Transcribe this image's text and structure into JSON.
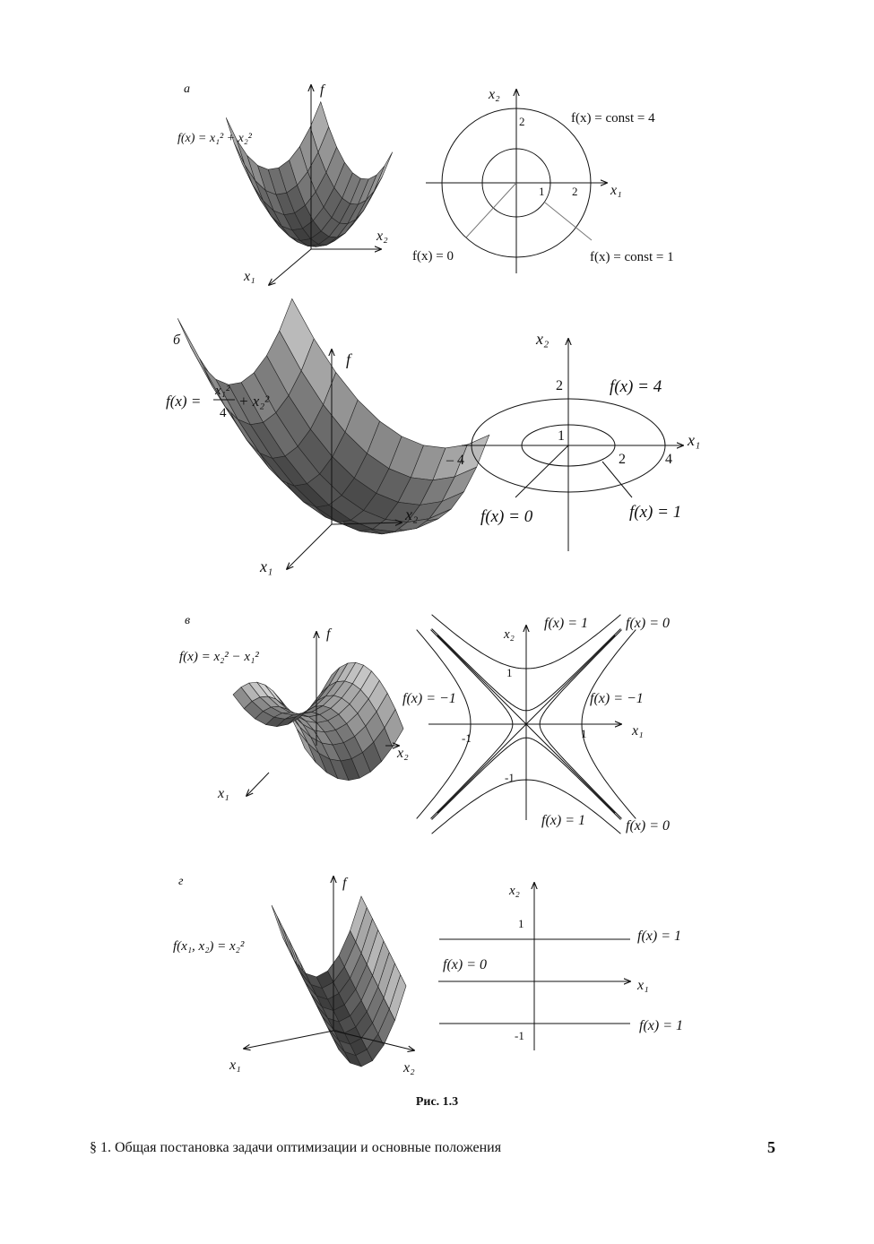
{
  "panels": [
    {
      "letter": "а",
      "formula": "f(x) = x₁² + x₂²",
      "axis_f": "f",
      "axis_x1": "x₁",
      "axis_x2": "x₂",
      "contour": {
        "x2": "x₂",
        "x1": "x₁",
        "tick_y2": "2",
        "tick_x1": "1",
        "tick_x2": "2",
        "label_outer": "f(x) = const = 4",
        "label_zero": "f(x) = 0",
        "label_inner": "f(x) = const = 1"
      }
    },
    {
      "letter": "б",
      "formula_left": "f(x) =",
      "formula_num": "x₁²",
      "formula_den": "4",
      "formula_right": "+ x₂²",
      "axis_f": "f",
      "axis_x1": "x₁",
      "axis_x2": "x₂",
      "contour": {
        "x2": "x₂",
        "x1": "x₁",
        "tick_y2": "2",
        "tick_y1": "1",
        "tick_neg4": "– 4",
        "tick_2": "2",
        "tick_4": "4",
        "label_outer": "f(x) = 4",
        "label_zero": "f(x) = 0",
        "label_inner": "f(x) = 1"
      }
    },
    {
      "letter": "в",
      "formula": "f(x) = x₂² − x₁²",
      "axis_f": "f",
      "axis_x1": "x₁",
      "axis_x2": "x₂",
      "contour": {
        "x2": "x₂",
        "x1": "x₁",
        "tick_y1": "1",
        "tick_yn1": "-1",
        "tick_x1": "1",
        "tick_xn1": "-1",
        "label_top_1": "f(x) = 1",
        "label_top_0": "f(x) = 0",
        "label_left": "f(x) = −1",
        "label_right": "f(x) = −1",
        "label_bot_1": "f(x) = 1",
        "label_bot_0": "f(x) = 0"
      }
    },
    {
      "letter": "г",
      "formula": "f(x₁, x₂) = x₂²",
      "axis_f": "f",
      "axis_x1": "x₁",
      "axis_x2": "x₂",
      "contour": {
        "x2": "x₂",
        "x1": "x₁",
        "tick_y1": "1",
        "tick_yn1": "-1",
        "label_top": "f(x) = 1",
        "label_mid": "f(x) = 0",
        "label_bot": "f(x) = 1"
      }
    }
  ],
  "caption": "Рис. 1.3",
  "footer": "§ 1. Общая постановка задачи оптимизации и основные положения",
  "page_number": "5"
}
